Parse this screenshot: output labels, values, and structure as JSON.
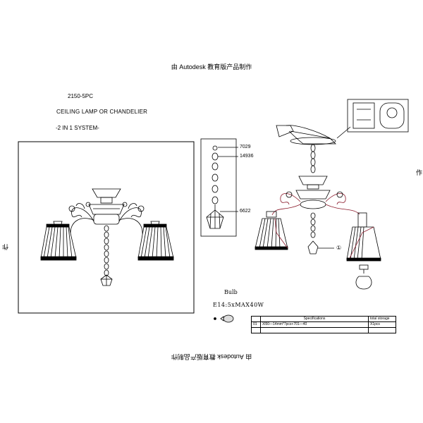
{
  "watermark": "由 Autodesk 教育版产品制作",
  "title": {
    "model": "2150-5PC",
    "name": "CEILING LAMP OR  CHANDELIER",
    "system": "-2 IN 1 SYSTEM-"
  },
  "parts": {
    "top": "7029",
    "middle": "14936",
    "bottom": "6622"
  },
  "callout": "①",
  "bulb": {
    "label": "Bulb",
    "spec": "E14:5xMAX40W"
  },
  "spec_table": {
    "headers": [
      "",
      "Specifications",
      "total storage"
    ],
    "rows": [
      [
        "01",
        "Xl50—14mm*7pcs+701—40",
        "X1pcs"
      ]
    ]
  },
  "colors": {
    "line": "#000000",
    "highlight": "#8b1a2b"
  }
}
